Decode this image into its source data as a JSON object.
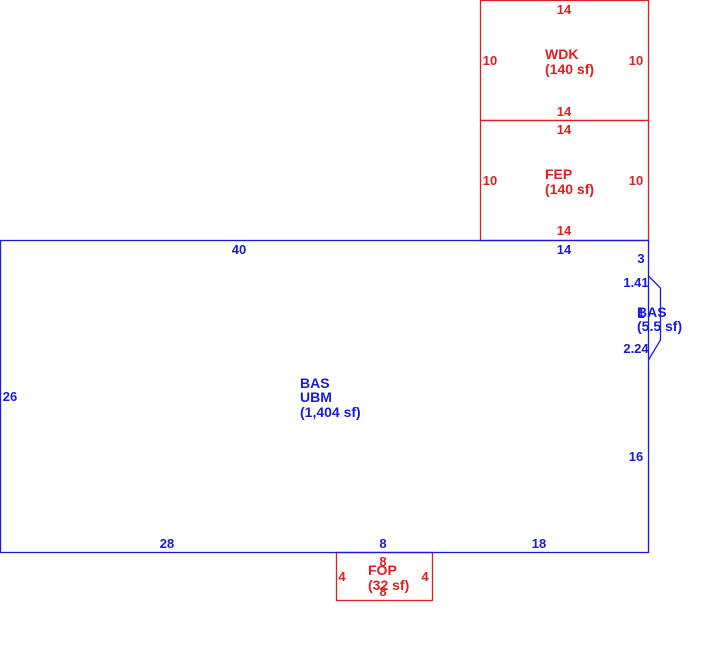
{
  "colors": {
    "main_line": "#1a1adf",
    "addition_line": "#e02020",
    "background": "#ffffff"
  },
  "areas": {
    "wdk": {
      "code": "WDK",
      "area": "(140 sf)",
      "dims": {
        "top": "14",
        "bottom": "14",
        "left": "10",
        "right": "10"
      }
    },
    "fep": {
      "code": "FEP",
      "area": "(140 sf)",
      "dims": {
        "top": "14",
        "bottom": "14",
        "left": "10",
        "right": "10"
      }
    },
    "bas_main": {
      "code": "BAS",
      "subcode": "UBM",
      "area": "(1,404 sf)",
      "dims": {
        "top_left": "40",
        "top_right": "14",
        "left": "26",
        "right_top": "3",
        "right_bottom": "16",
        "bottom_left": "28",
        "bottom_mid": "8",
        "bottom_right": "18"
      }
    },
    "bas_bay": {
      "code": "BAS",
      "area": "(5.5 sf)",
      "dims": {
        "upper": "1.41",
        "mid": "1",
        "lower": "2.24"
      }
    },
    "fop": {
      "code": "FOP",
      "area": "(32 sf)",
      "dims": {
        "top": "8",
        "bottom": "8",
        "left": "4",
        "right": "4"
      }
    }
  }
}
